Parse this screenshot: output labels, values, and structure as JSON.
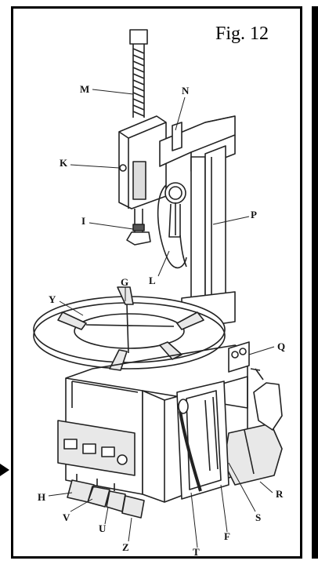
{
  "figure": {
    "title": "Fig. 12"
  },
  "callouts": {
    "M": "M",
    "N": "N",
    "K": "K",
    "I": "I",
    "P": "P",
    "L": "L",
    "G": "G",
    "Y": "Y",
    "Q": "Q",
    "R": "R",
    "H": "H",
    "V": "V",
    "U": "U",
    "Z": "Z",
    "T": "T",
    "F": "F",
    "S": "S"
  },
  "colors": {
    "line": "#222222",
    "shade": "#9a9a9a",
    "panel": "#e8e8e8"
  }
}
